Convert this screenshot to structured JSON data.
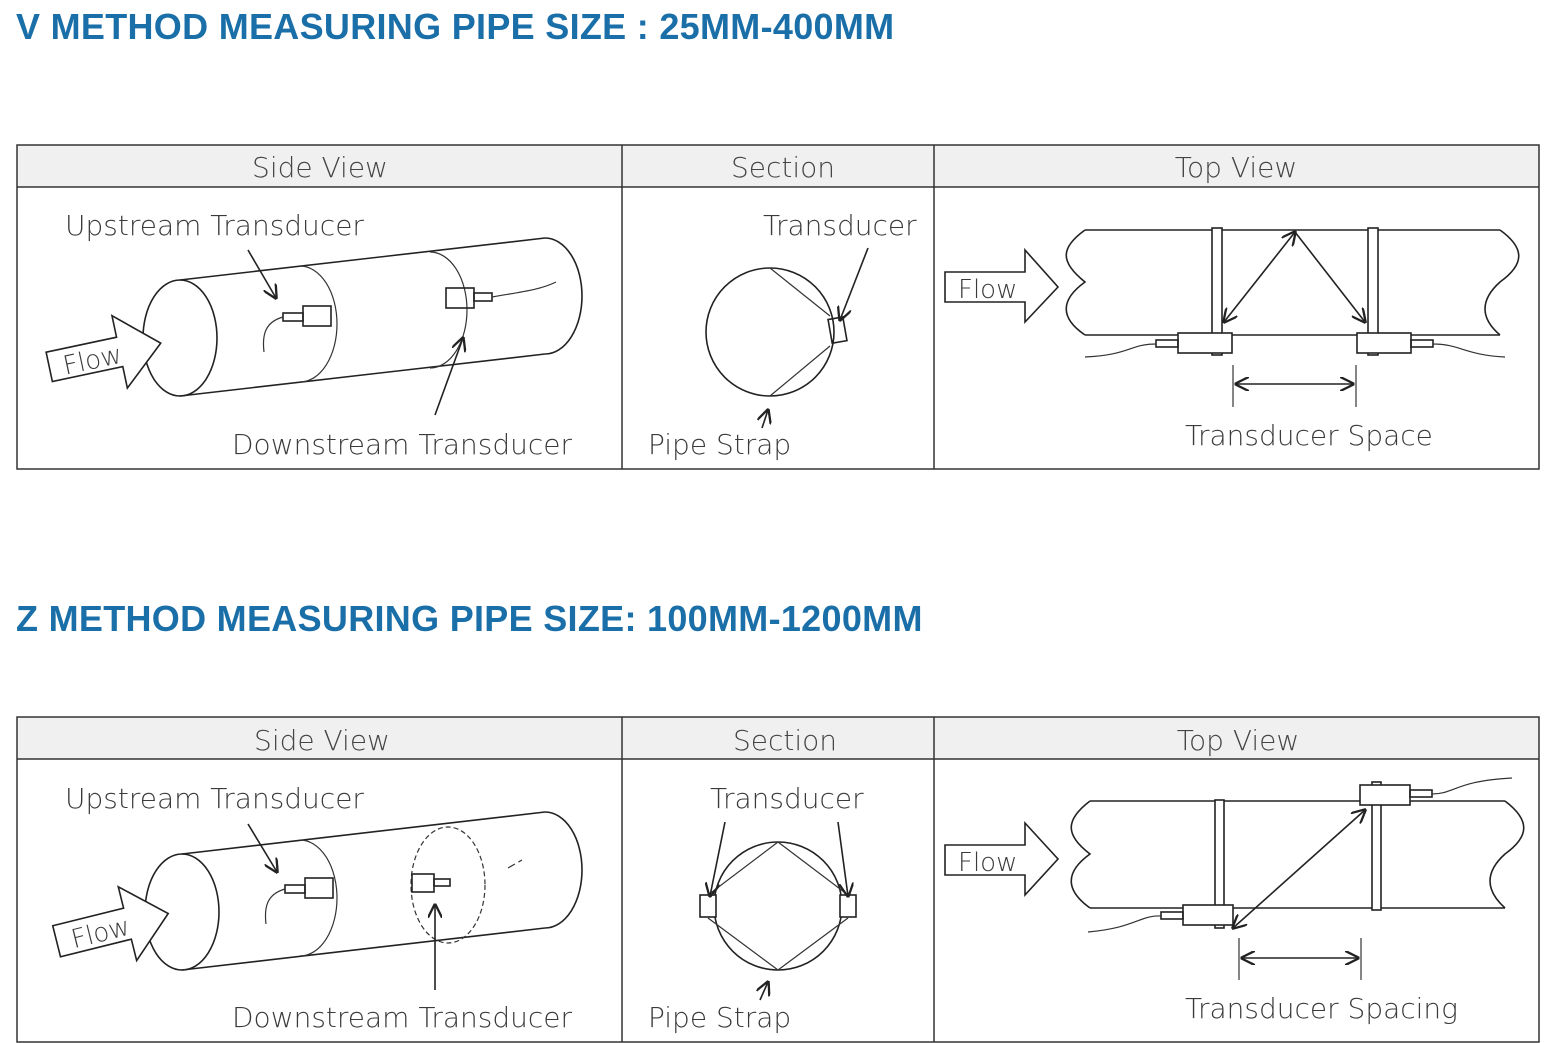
{
  "sections": [
    {
      "title": "V METHOD MEASURING PIPE SIZE : 25MM-400MM",
      "headers": [
        "Side View",
        "Section",
        "Top View"
      ],
      "side": {
        "upstream": "Upstream Transducer",
        "downstream": "Downstream Transducer",
        "flow": "Flow"
      },
      "section": {
        "transducer": "Transducer",
        "strap": "Pipe Strap"
      },
      "top": {
        "flow": "Flow",
        "spacing": "Transducer Space"
      }
    },
    {
      "title": "Z METHOD MEASURING PIPE SIZE: 100MM-1200MM",
      "headers": [
        "Side View",
        "Section",
        "Top View"
      ],
      "side": {
        "upstream": "Upstream Transducer",
        "downstream": "Downstream Transducer",
        "flow": "Flow"
      },
      "section": {
        "transducer": "Transducer",
        "strap": "Pipe Strap"
      },
      "top": {
        "flow": "Flow",
        "spacing": "Transducer Spacing"
      }
    }
  ],
  "colors": {
    "title": "#1a6fa8",
    "header_bg": "#f0f0f1"
  }
}
